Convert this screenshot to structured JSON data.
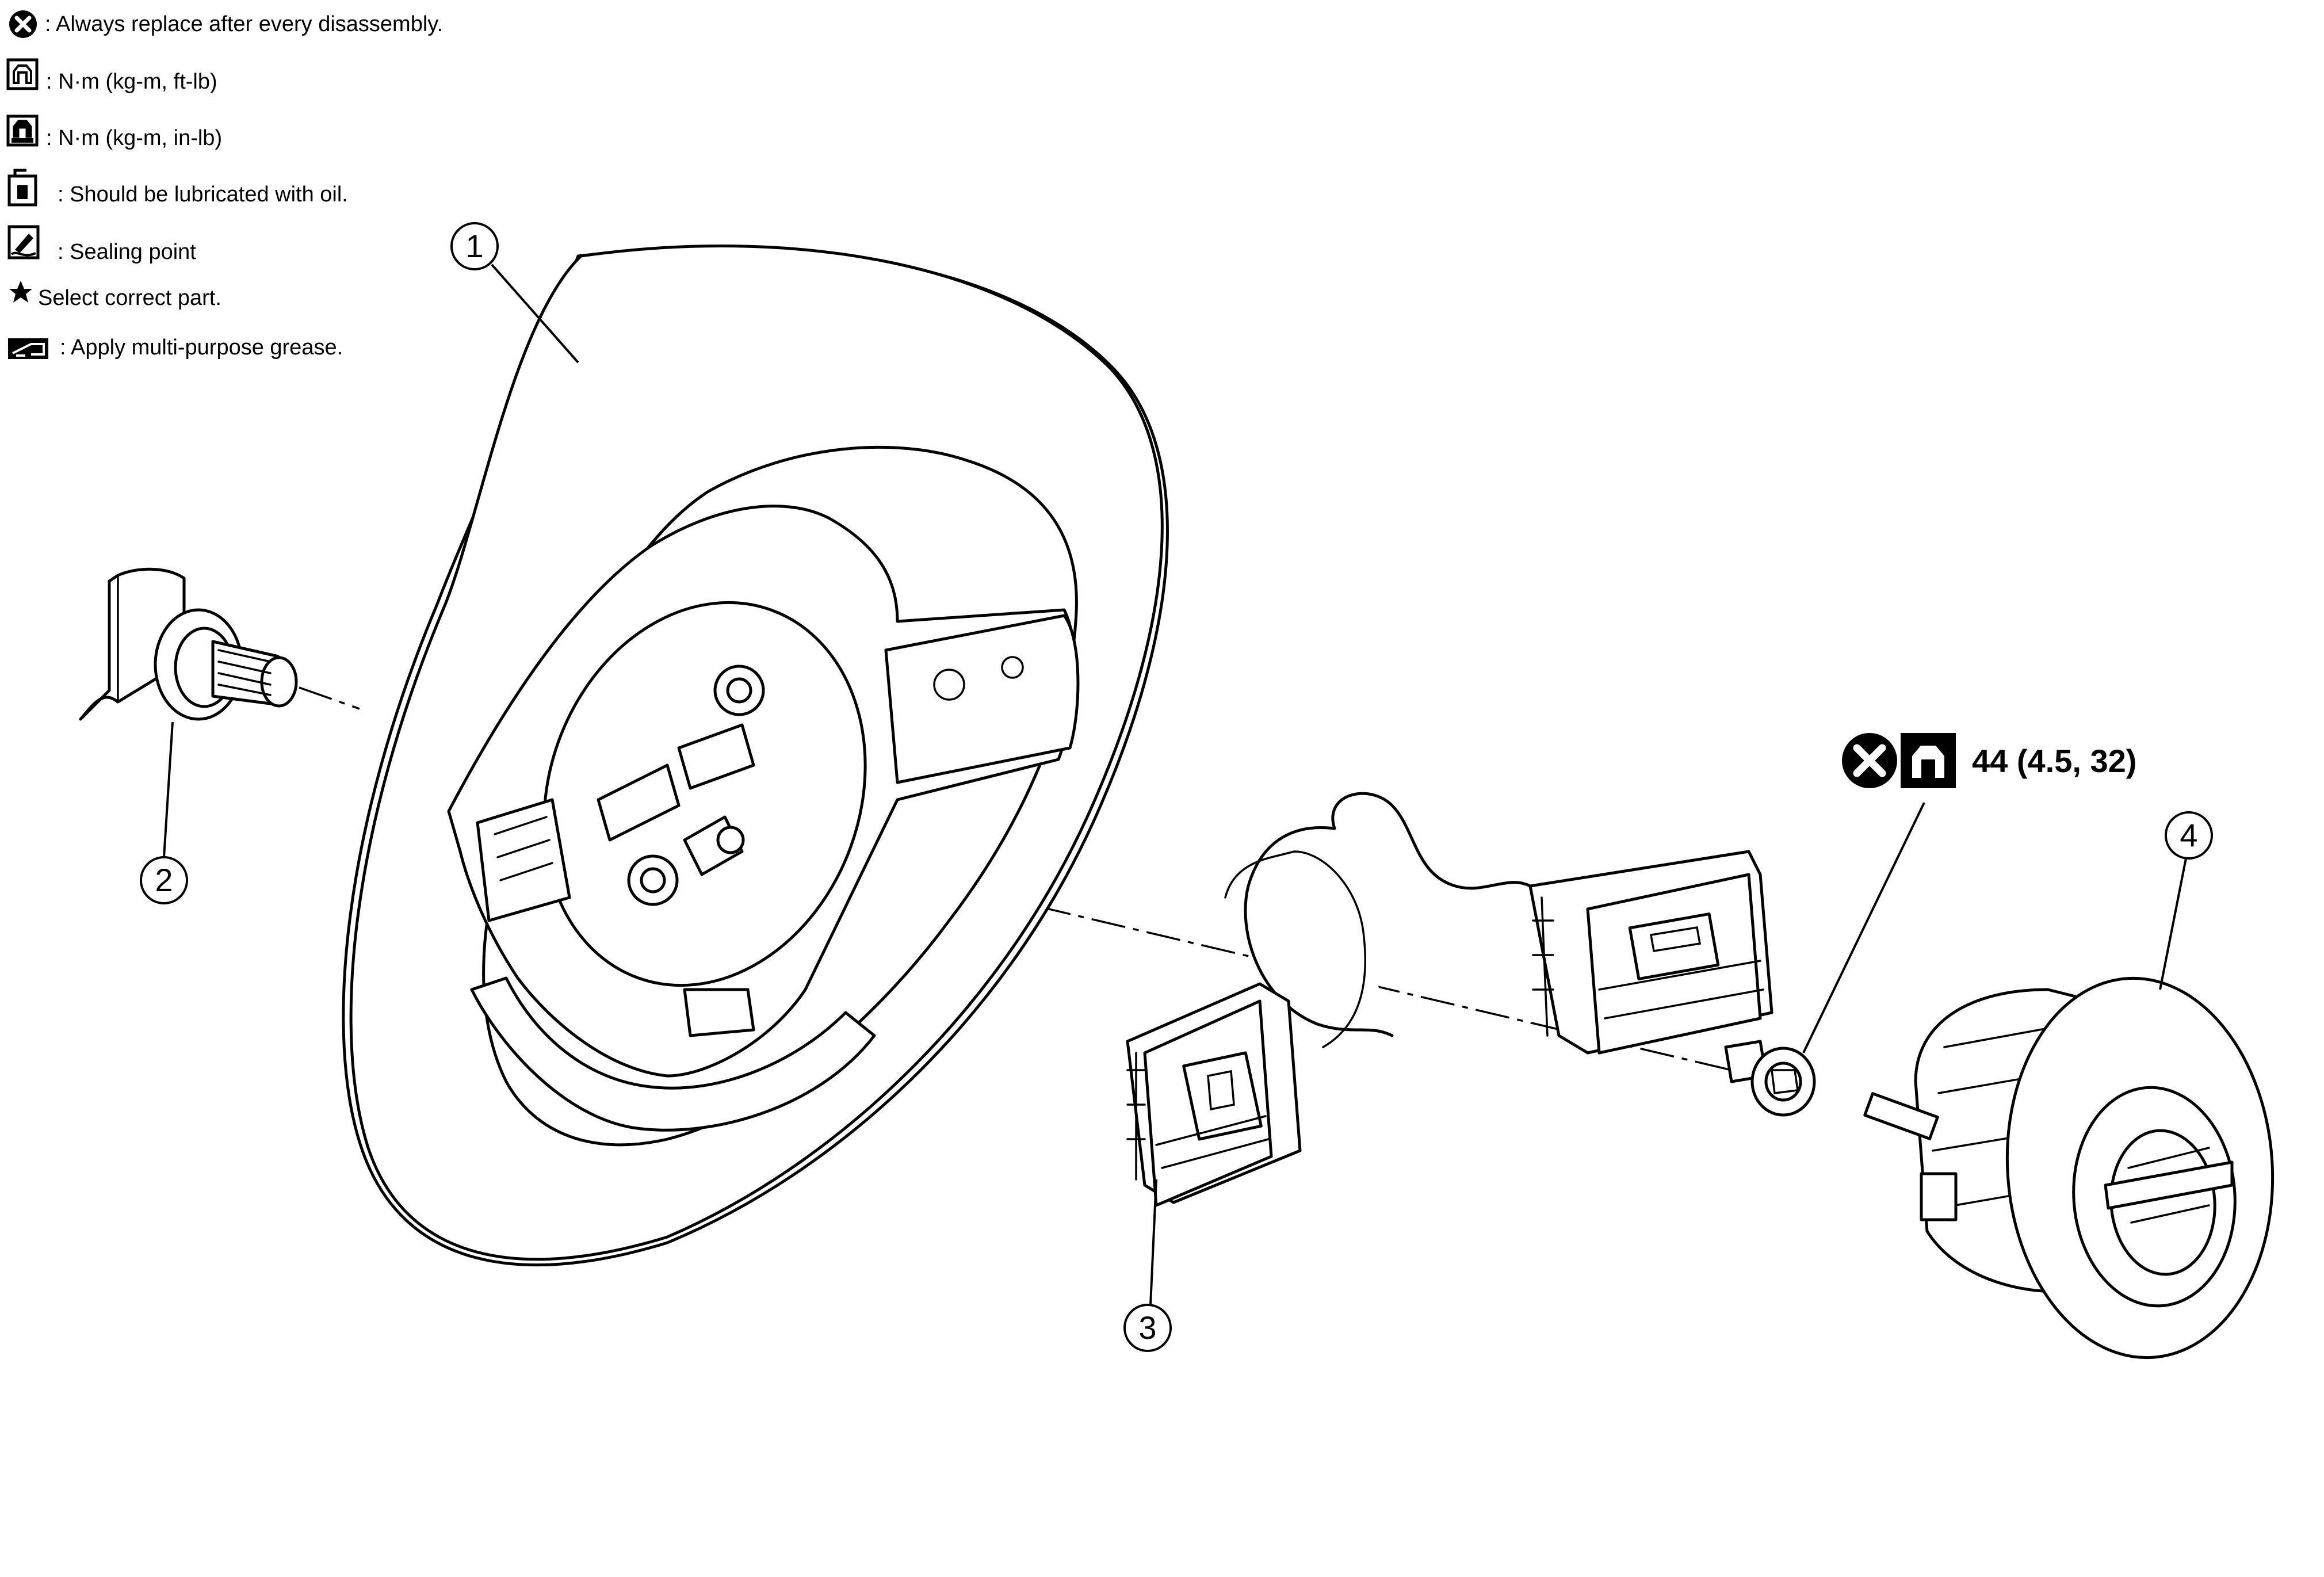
{
  "legend": {
    "items": [
      {
        "icon": "replace-icon",
        "text": ": Always replace after every disassembly."
      },
      {
        "icon": "torque-ftlb-icon",
        "text": ": N·m (kg-m, ft-lb)"
      },
      {
        "icon": "torque-inlb-icon",
        "text": ": N·m (kg-m, in-lb)"
      },
      {
        "icon": "oil-can-icon",
        "text": ": Should be lubricated with oil."
      },
      {
        "icon": "sealant-icon",
        "text": ": Sealing point"
      },
      {
        "icon": "star-icon",
        "text": "Select correct part."
      },
      {
        "icon": "grease-icon",
        "text": ": Apply multi-purpose grease."
      }
    ]
  },
  "callouts": {
    "c1": "1",
    "c2": "2",
    "c3": "3",
    "c4": "4"
  },
  "torque": {
    "value": "44 (4.5, 32)"
  }
}
